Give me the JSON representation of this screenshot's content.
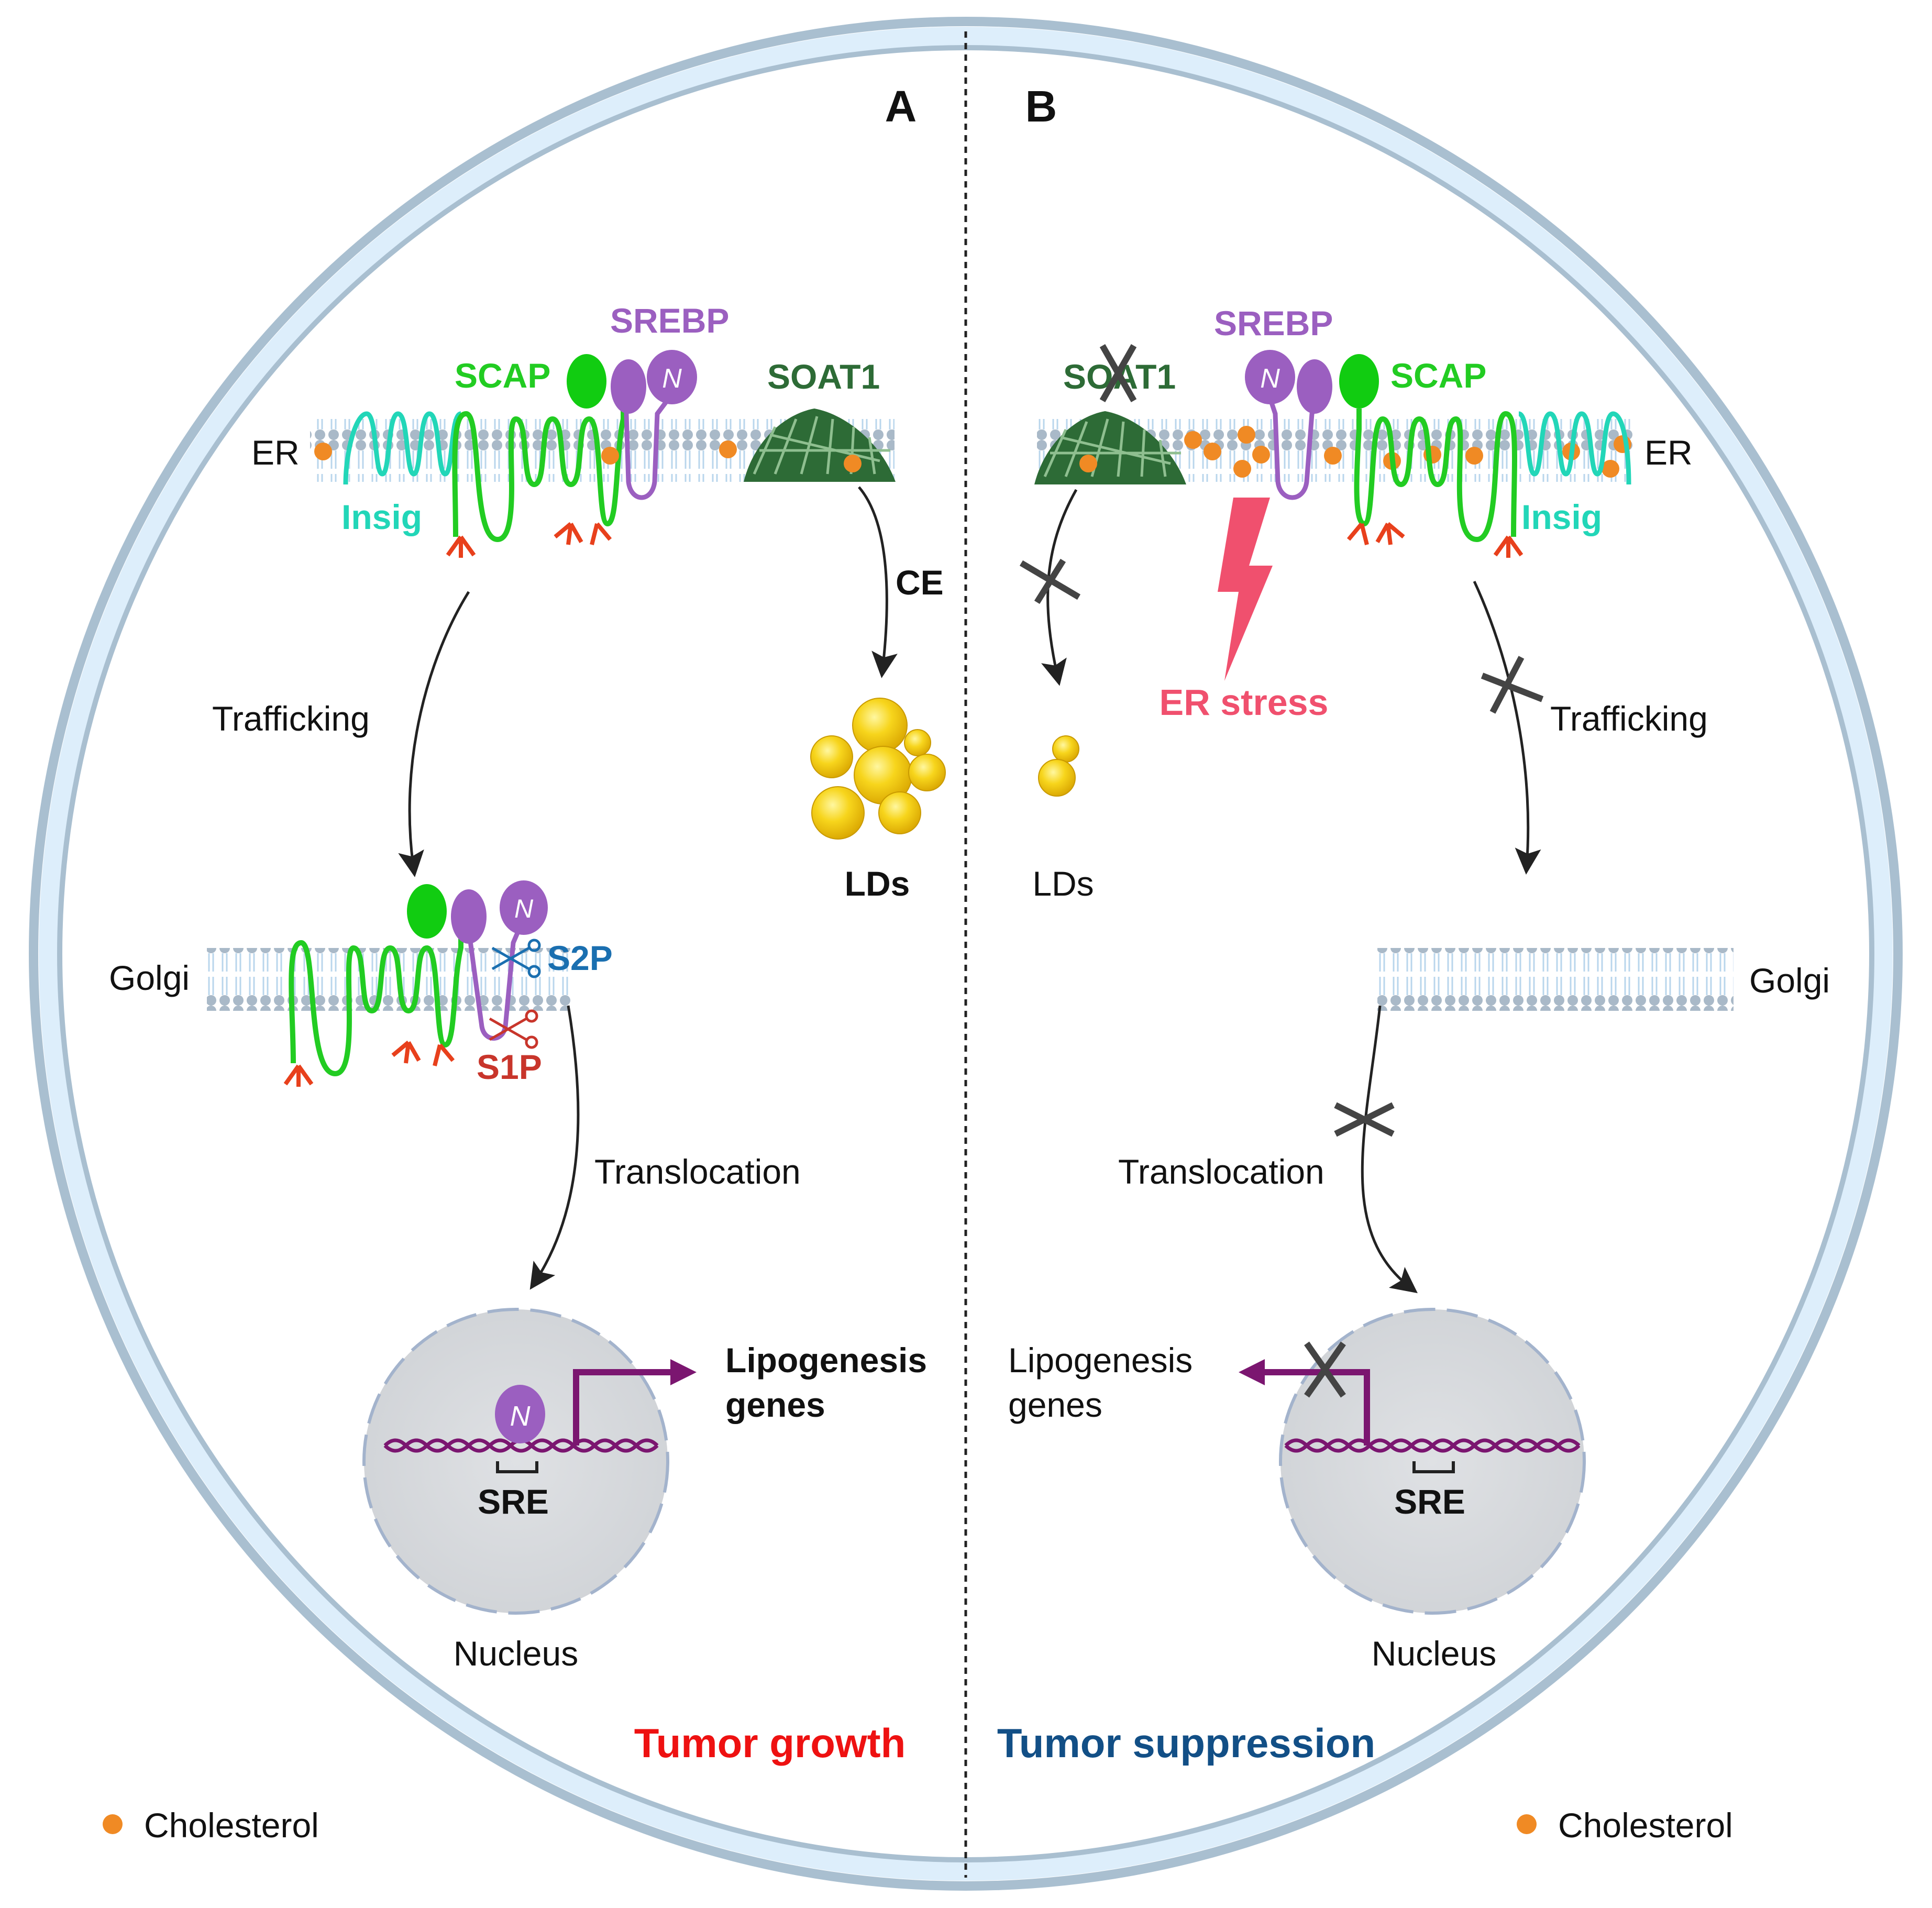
{
  "panels": {
    "a": {
      "letter": "A",
      "er": "ER",
      "insig": "Insig",
      "scap": "SCAP",
      "srebp": "SREBP",
      "soat1": "SOAT1",
      "ce": "CE",
      "lds": "LDs",
      "trafficking": "Trafficking",
      "golgi": "Golgi",
      "s2p": "S2P",
      "s1p": "S1P",
      "translocation": "Translocation",
      "nucleus": "Nucleus",
      "sre": "SRE",
      "genes_line1": "Lipogenesis",
      "genes_line2": "genes",
      "outcome": "Tumor growth",
      "legend": "Cholesterol"
    },
    "b": {
      "letter": "B",
      "er": "ER",
      "insig": "Insig",
      "scap": "SCAP",
      "srebp": "SREBP",
      "soat1": "SOAT1",
      "lds": "LDs",
      "er_stress": "ER stress",
      "trafficking": "Trafficking",
      "golgi": "Golgi",
      "translocation": "Translocation",
      "nucleus": "Nucleus",
      "sre": "SRE",
      "genes_line1": "Lipogenesis",
      "genes_line2": "genes",
      "outcome": "Tumor suppression",
      "legend": "Cholesterol"
    }
  },
  "nterm_symbol": "N",
  "colors": {
    "scap": "#22cc22",
    "srebp": "#9b5fc0",
    "insig": "#22d6b8",
    "soat1": "#2d6b36",
    "cholesterol": "#f08a24",
    "glycan": "#e8401c",
    "dna": "#7b1670",
    "s2p": "#1a6fb0",
    "s1p": "#c8352b",
    "er_stress": "#f0506e",
    "tumor_growth": "#ee1111",
    "tumor_suppression": "#124f86",
    "lipid_droplet": "#f5d21a",
    "cell_border": "#a9bfd0",
    "nucleus": "#d6d9dc"
  }
}
